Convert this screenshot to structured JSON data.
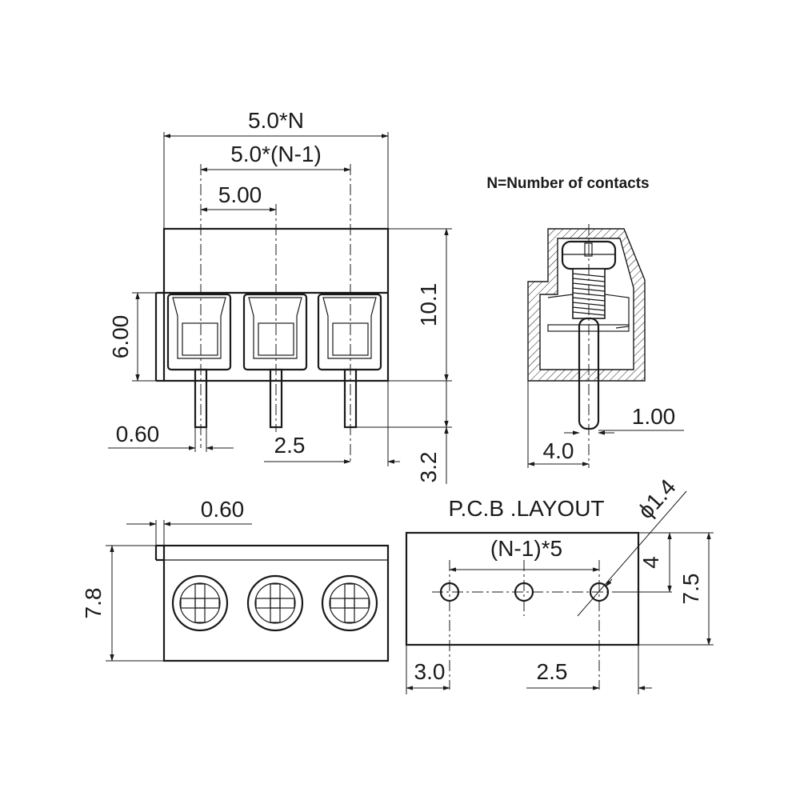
{
  "front_view": {
    "dim_overall_width": "5.0*N",
    "dim_outer_pitch": "5.0*(N-1)",
    "dim_pitch": "5.00",
    "dim_height": "10.1",
    "dim_opening_height": "6.00",
    "dim_pin_width": "0.60",
    "dim_pin_offset": "2.5",
    "dim_pin_length": "3.2"
  },
  "note": "N=Number of contacts",
  "side_view": {
    "dim_pin_diameter": "1.00",
    "dim_pin_position": "4.0"
  },
  "top_view": {
    "dim_pin_width": "0.60",
    "dim_depth": "7.8"
  },
  "pcb_layout": {
    "title": "P.C.B .LAYOUT",
    "dim_hole_diameter": "ϕ1.4",
    "dim_hole_span": "(N-1)*5",
    "dim_hole_row": "4",
    "dim_depth": "7.5",
    "dim_left_margin": "3.0",
    "dim_right_margin": "2.5"
  }
}
